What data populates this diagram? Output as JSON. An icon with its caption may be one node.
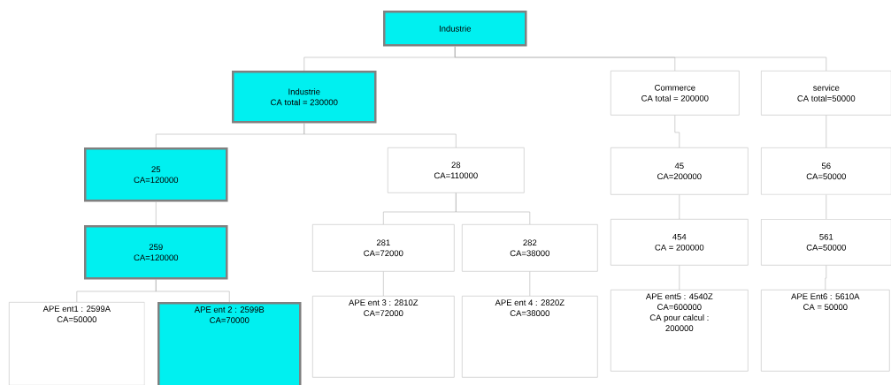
{
  "diagram": {
    "nodes": [
      {
        "text": [
          "Industrie"
        ]
      },
      {
        "text": [
          "Industrie",
          "CA total = 230000"
        ]
      },
      {
        "text": [
          "Commerce",
          "CA total = 200000"
        ]
      },
      {
        "text": [
          "service",
          "CA total=50000"
        ]
      },
      {
        "text": [
          "25",
          "CA=120000"
        ]
      },
      {
        "text": [
          "28",
          "CA=110000"
        ]
      },
      {
        "text": [
          "45",
          "CA=200000"
        ]
      },
      {
        "text": [
          "56",
          "CA=50000"
        ]
      },
      {
        "text": [
          "259",
          "CA=120000"
        ]
      },
      {
        "text": [
          "281",
          "CA=72000"
        ]
      },
      {
        "text": [
          "282",
          "CA=38000"
        ]
      },
      {
        "text": [
          "454",
          "CA = 200000"
        ]
      },
      {
        "text": [
          "561",
          "CA=50000"
        ]
      },
      {
        "text": [
          "APE ent1 : 2599A",
          "CA=50000"
        ]
      },
      {
        "text": [
          "APE ent 2 : 2599B",
          "CA=70000"
        ]
      },
      {
        "text": [
          "APE ent 3 : 2810Z",
          "CA=72000"
        ]
      },
      {
        "text": [
          "APE ent 4 : 2820Z",
          "CA=38000"
        ]
      },
      {
        "text": [
          "APE ent5 : 4540Z",
          "CA=600000",
          "CA pour calcul :",
          "200000"
        ]
      },
      {
        "text": [
          "APE Ent6 : 5610A",
          "CA = 50000"
        ]
      }
    ],
    "edges": [
      {
        "from": 0,
        "to": 1,
        "arrow": "none"
      },
      {
        "from": 0,
        "to": 2,
        "arrow": "none"
      },
      {
        "from": 0,
        "to": 3,
        "arrow": "none"
      },
      {
        "from": 1,
        "to": 4,
        "arrow": "none"
      },
      {
        "from": 1,
        "to": 5,
        "arrow": "none"
      },
      {
        "from": 2,
        "to": 6,
        "arrow": "none"
      },
      {
        "from": 3,
        "to": 7,
        "arrow": "none"
      },
      {
        "from": 4,
        "to": 8,
        "arrow": "none"
      },
      {
        "from": 5,
        "to": 9,
        "arrow": "none"
      },
      {
        "from": 5,
        "to": 10,
        "arrow": "none"
      },
      {
        "from": 6,
        "to": 11,
        "arrow": "none"
      },
      {
        "from": 7,
        "to": 12,
        "arrow": "none"
      },
      {
        "from": 8,
        "to": 13,
        "arrow": "none"
      },
      {
        "from": 8,
        "to": 14,
        "arrow": "none"
      },
      {
        "from": 9,
        "to": 15,
        "arrow": "none"
      },
      {
        "from": 10,
        "to": 16,
        "arrow": "none"
      },
      {
        "from": 11,
        "to": 17,
        "arrow": "none"
      },
      {
        "from": 12,
        "to": 18,
        "arrow": "none"
      }
    ]
  }
}
